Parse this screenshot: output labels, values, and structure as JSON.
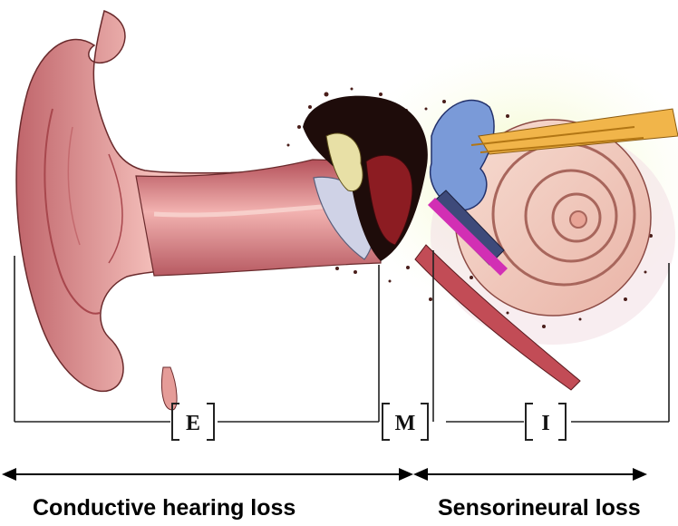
{
  "segments": {
    "outer": "E",
    "middle": "M",
    "inner": "I"
  },
  "captions": {
    "conductive": "Conductive hearing loss",
    "sensorineural": "Sensorineural loss"
  }
}
